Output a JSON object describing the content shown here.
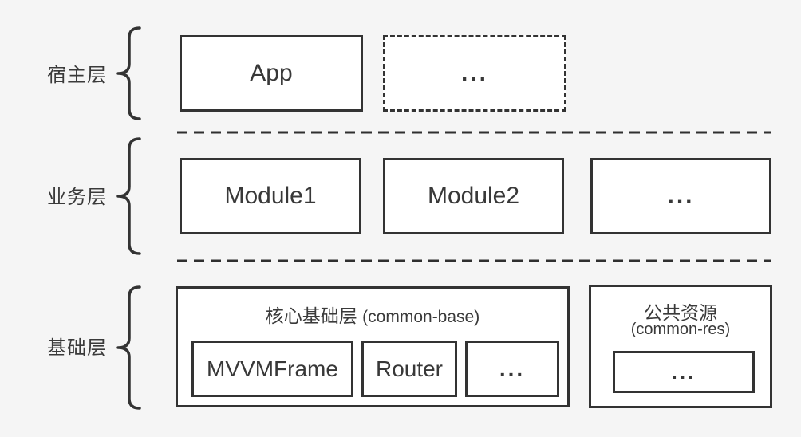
{
  "diagram": {
    "colors": {
      "background": "#f5f5f5",
      "box_fill": "#ffffff",
      "stroke": "#333333",
      "text": "#383838"
    },
    "layers": [
      {
        "label": "宿主层",
        "boxes": [
          {
            "text": "App",
            "style": "solid"
          },
          {
            "text": "...",
            "style": "dashed"
          }
        ]
      },
      {
        "label": "业务层",
        "boxes": [
          {
            "text": "Module1",
            "style": "solid"
          },
          {
            "text": "Module2",
            "style": "solid"
          },
          {
            "text": "...",
            "style": "solid"
          }
        ]
      },
      {
        "label": "基础层",
        "groups": [
          {
            "title": "核心基础层",
            "subtitle": "(common-base)",
            "items": [
              {
                "text": "MVVMFrame"
              },
              {
                "text": "Router"
              },
              {
                "text": "..."
              }
            ]
          },
          {
            "title": "公共资源",
            "subtitle": "(common-res)",
            "items": [
              {
                "text": "..."
              }
            ]
          }
        ]
      }
    ]
  }
}
